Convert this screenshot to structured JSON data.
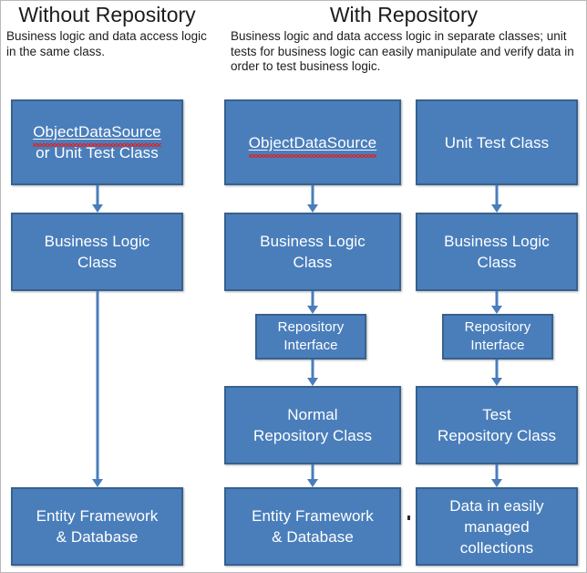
{
  "diagram": {
    "title_left": "Without Repository",
    "title_right": "With Repository",
    "subtitle_left": "Business logic and data access logic in the same class.",
    "subtitle_right": "Business logic and data access logic in separate classes; unit tests for business logic can easily manipulate and verify data in order to test business logic.",
    "colors": {
      "box_fill": "#4a7ebb",
      "box_border": "#37618e",
      "box_text": "#ffffff",
      "arrow": "#4a7ebb",
      "spellcheck_underline": "#e02222",
      "page_border": "#b9b9b9",
      "heading_text": "#1c1c1c"
    },
    "columns": [
      {
        "name": "without-repository",
        "boxes": [
          {
            "id": "left-objectdatasource",
            "line1": "ObjectDataSource",
            "line2": "or Unit Test Class",
            "misspelled_first_line": true
          },
          {
            "id": "left-business-logic",
            "line1": "Business Logic",
            "line2": "Class",
            "misspelled_first_line": false
          },
          {
            "id": "left-entity-framework",
            "line1": "Entity Framework",
            "line2": "& Database",
            "misspelled_first_line": false
          }
        ]
      },
      {
        "name": "with-repository-normal",
        "boxes": [
          {
            "id": "mid-objectdatasource",
            "line1": "ObjectDataSource",
            "line2": "",
            "misspelled_first_line": true
          },
          {
            "id": "mid-business-logic",
            "line1": "Business Logic",
            "line2": "Class",
            "misspelled_first_line": false
          },
          {
            "id": "mid-repository-interface",
            "line1": "Repository",
            "line2": "Interface",
            "misspelled_first_line": false
          },
          {
            "id": "mid-normal-repository",
            "line1": "Normal",
            "line2": "Repository Class",
            "misspelled_first_line": false
          },
          {
            "id": "mid-entity-framework",
            "line1": "Entity Framework",
            "line2": "& Database",
            "misspelled_first_line": false
          }
        ]
      },
      {
        "name": "with-repository-test",
        "boxes": [
          {
            "id": "right-unit-test-class",
            "line1": "Unit Test Class",
            "line2": "",
            "misspelled_first_line": false
          },
          {
            "id": "right-business-logic",
            "line1": "Business Logic",
            "line2": "Class",
            "misspelled_first_line": false
          },
          {
            "id": "right-repository-interface",
            "line1": "Repository",
            "line2": "Interface",
            "misspelled_first_line": false
          },
          {
            "id": "right-test-repository",
            "line1": "Test",
            "line2": "Repository Class",
            "misspelled_first_line": false
          },
          {
            "id": "right-data-collections",
            "line1": "Data in easily",
            "line2": "managed",
            "line3": "collections",
            "misspelled_first_line": false
          }
        ]
      }
    ]
  }
}
